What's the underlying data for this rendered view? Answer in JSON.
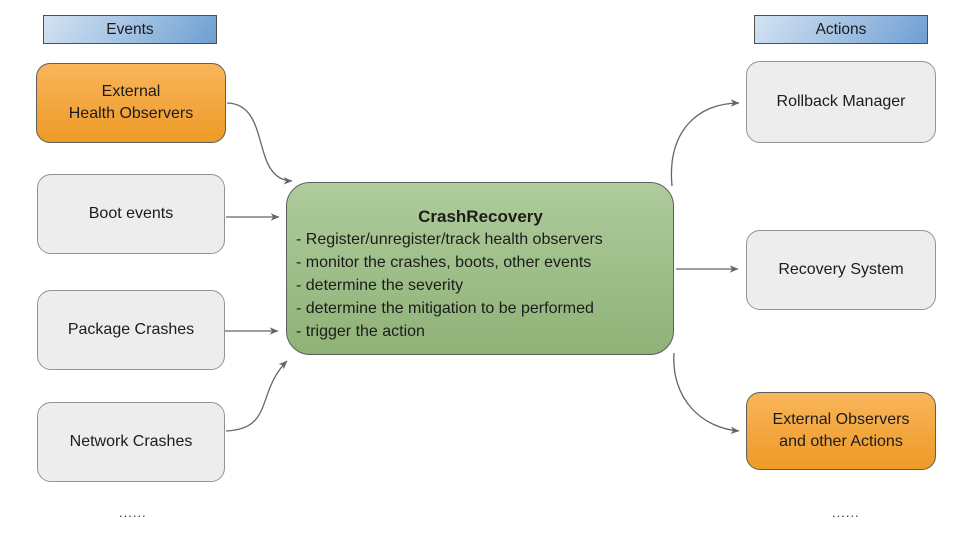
{
  "diagram": {
    "headers": {
      "events": "Events",
      "actions": "Actions"
    },
    "left_nodes": [
      {
        "id": "external-health-observers",
        "lines": [
          "External",
          "Health Observers"
        ],
        "style": "orange"
      },
      {
        "id": "boot-events",
        "lines": [
          "Boot events"
        ],
        "style": "gray"
      },
      {
        "id": "package-crashes",
        "lines": [
          "Package Crashes"
        ],
        "style": "gray"
      },
      {
        "id": "network-crashes",
        "lines": [
          "Network Crashes"
        ],
        "style": "gray"
      }
    ],
    "center": {
      "title": "CrashRecovery",
      "bullets": [
        "- Register/unregister/track health observers",
        "- monitor the crashes, boots, other events",
        "- determine the severity",
        "- determine the mitigation to be performed",
        "- trigger the action"
      ]
    },
    "right_nodes": [
      {
        "id": "rollback-manager",
        "lines": [
          "Rollback Manager"
        ],
        "style": "gray"
      },
      {
        "id": "recovery-system",
        "lines": [
          "Recovery System"
        ],
        "style": "gray"
      },
      {
        "id": "external-observers-actions",
        "lines": [
          "External Observers",
          "and other Actions"
        ],
        "style": "orange"
      }
    ],
    "ellipsis_left": "......",
    "ellipsis_right": "......",
    "colors": {
      "header_gradient_start": "#d4e2f2",
      "header_gradient_end": "#6e9ed3",
      "orange_gradient_start": "#f9b55b",
      "orange_gradient_end": "#ee9a26",
      "green_gradient_start": "#afcc9c",
      "green_gradient_end": "#8fb277",
      "gray_fill": "#ededed",
      "arrow": "#666666",
      "text": "#1c1c1c"
    }
  }
}
